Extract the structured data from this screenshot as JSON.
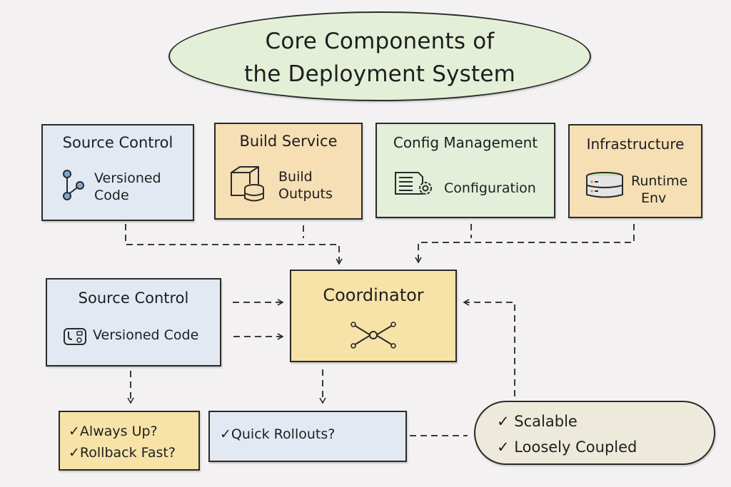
{
  "title": {
    "line1": "Core Components of",
    "line2": "the Deployment System"
  },
  "top_components": [
    {
      "heading": "Source Control",
      "icon": "git-branch-icon",
      "label_line1": "Versioned",
      "label_line2": "Code"
    },
    {
      "heading": "Build Service",
      "icon": "package-database-icon",
      "label_line1": "Build",
      "label_line2": "Outputs"
    },
    {
      "heading": "Config Management",
      "icon": "document-gear-icon",
      "label_line1": "Configuration",
      "label_line2": ""
    },
    {
      "heading": "Infrastructure",
      "icon": "server-icon",
      "label_line1": "Runtime",
      "label_line2": "Env"
    }
  ],
  "middle": {
    "source_control": {
      "heading": "Source Control",
      "icon": "code-repo-icon",
      "label": "Versioned Code"
    },
    "coordinator": {
      "heading": "Coordinator",
      "icon": "hub-network-icon"
    }
  },
  "bottom": {
    "reliability": {
      "items": [
        "Always Up?",
        "Rollback Fast?"
      ]
    },
    "rollouts": {
      "items": [
        "Quick Rollouts?"
      ]
    },
    "qualities": {
      "items": [
        "Scalable",
        "Loosely Coupled"
      ]
    }
  },
  "check_glyph": "✓",
  "colors": {
    "blue": "#e3e9f3",
    "orange": "#f6dfb5",
    "green": "#e3efd9",
    "yellow": "#f7e3a8",
    "beige": "#eeeadb",
    "title_green": "#e4efd8"
  }
}
